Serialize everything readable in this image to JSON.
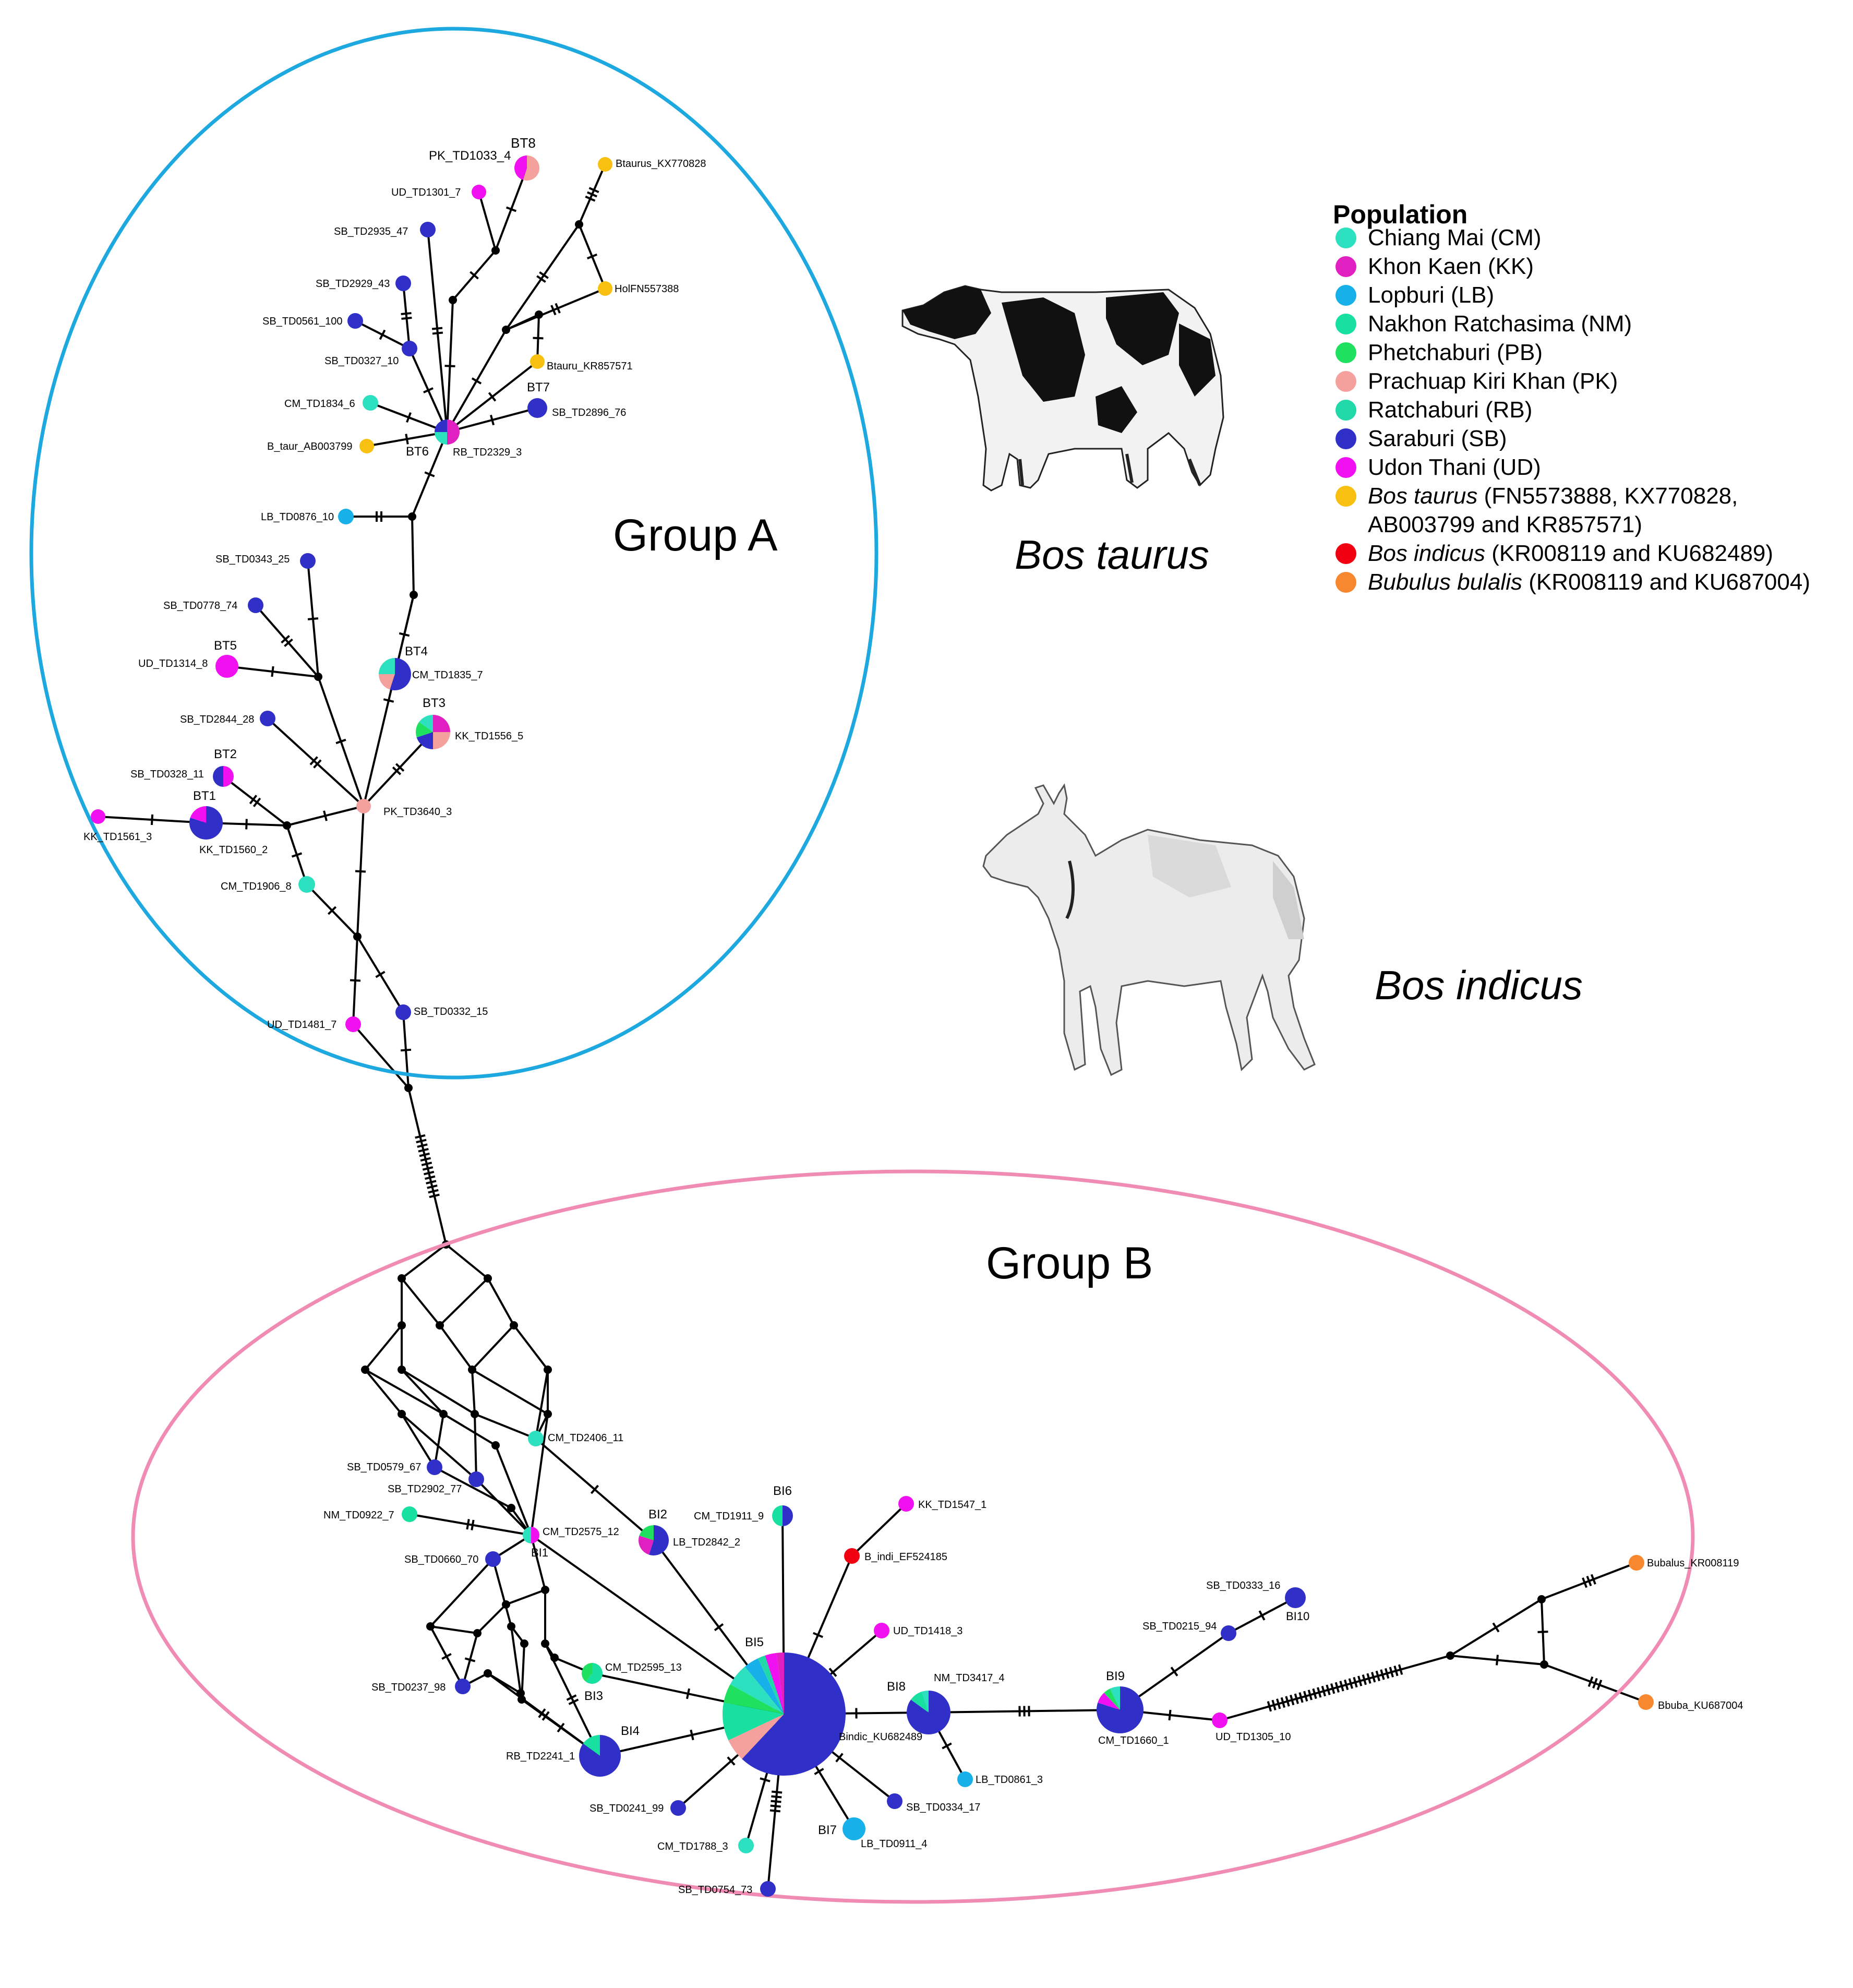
{
  "groups": {
    "a": {
      "title": "Group A",
      "color": "#1ea8e0"
    },
    "b": {
      "title": "Group B",
      "color": "#f08cb4"
    }
  },
  "species": {
    "taurus": {
      "caption": "Bos taurus",
      "image": "Holstein cow illustration"
    },
    "indicus": {
      "caption": "Bos indicus",
      "image": "zebu cow illustration"
    }
  },
  "legend": {
    "title": "Population",
    "items": [
      {
        "color": "#2de0c0",
        "text": "Chiang Mai (CM)"
      },
      {
        "color": "#e020c0",
        "text": "Khon Kaen (KK)"
      },
      {
        "color": "#18b0e8",
        "text": "Lopburi (LB)"
      },
      {
        "color": "#18e0a0",
        "text": "Nakhon Ratchasima (NM)"
      },
      {
        "color": "#20e060",
        "text": "Phetchaburi (PB)"
      },
      {
        "color": "#f4a09c",
        "text": "Prachuap Kiri Khan (PK)"
      },
      {
        "color": "#20d8a8",
        "text": "Ratchaburi (RB)"
      },
      {
        "color": "#3030c8",
        "text": "Saraburi (SB)"
      },
      {
        "color": "#f010f0",
        "text": "Udon Thani (UD)"
      },
      {
        "color": "#f8c010",
        "italic": "Bos taurus",
        "text": " (FN5573888, KX770828,",
        "text2": "AB003799 and KR857571)"
      },
      {
        "color": "#f00010",
        "italic": "Bos indicus",
        "text": " (KR008119 and KU682489)"
      },
      {
        "color": "#f88830",
        "italic": "Bubulus bulalis",
        "text": " (KR008119 and KU687004)"
      }
    ]
  },
  "haplotypes": {
    "BT1": "BT1",
    "BT2": "BT2",
    "BT3": "BT3",
    "BT4": "BT4",
    "BT5": "BT5",
    "BT6": "BT6",
    "BT7": "BT7",
    "BT8": "BT8",
    "BI1": "BI1",
    "BI2": "BI2",
    "BI3": "BI3",
    "BI4": "BI4",
    "BI5": "BI5",
    "BI6": "BI6",
    "BI7": "BI7",
    "BI8": "BI8",
    "BI9": "BI9",
    "BI10": "BI10"
  },
  "samples": {
    "pk1033": "PK_TD1033_4",
    "btaurus_kx": "Btaurus_KX770828",
    "ud1301": "UD_TD1301_7",
    "sb2935": "SB_TD2935_47",
    "sb2929": "SB_TD2929_43",
    "sb0561": "SB_TD0561_100",
    "holfn": "HolFN557388",
    "sb0327": "SB_TD0327_10",
    "btauru_kr": "Btauru_KR857571",
    "cm1834": "CM_TD1834_6",
    "sb2896": "SB_TD2896_76",
    "btaur_ab": "B_taur_AB003799",
    "rb2329": "RB_TD2329_3",
    "lb0876": "LB_TD0876_10",
    "sb0343": "SB_TD0343_25",
    "sb0778": "SB_TD0778_74",
    "ud1314": "UD_TD1314_8",
    "cm1835": "CM_TD1835_7",
    "sb2844": "SB_TD2844_28",
    "kk1556": "KK_TD1556_5",
    "sb0328": "SB_TD0328_11",
    "pk3640": "PK_TD3640_3",
    "kk1561": "KK_TD1561_3",
    "kk1560": "KK_TD1560_2",
    "cm1906": "CM_TD1906_8",
    "ud1481": "UD_TD1481_7",
    "sb0332": "SB_TD0332_15",
    "cm2406": "CM_TD2406_11",
    "sb0579": "SB_TD0579_67",
    "sb2902": "SB_TD2902_77",
    "nm0922": "NM_TD0922_7",
    "cm2575": "CM_TD2575_12",
    "sb0660": "SB_TD0660_70",
    "lb2842": "LB_TD2842_2",
    "cm1911": "CM_TD1911_9",
    "kk1547": "KK_TD1547_1",
    "bindi_ef": "B_indi_EF524185",
    "ud1418": "UD_TD1418_3",
    "cm2595": "CM_TD2595_13",
    "sb0237": "SB_TD0237_98",
    "nm3417": "NM_TD3417_4",
    "bindic_ku": "Bindic_KU682489",
    "rb2241": "RB_TD2241_1",
    "sb0241": "SB_TD0241_99",
    "lb0861": "LB_TD0861_3",
    "sb0334": "SB_TD0334_17",
    "cm1788": "CM_TD1788_3",
    "lb0911": "LB_TD0911_4",
    "sb0754": "SB_TD0754_73",
    "sb0333": "SB_TD0333_16",
    "sb0215": "SB_TD0215_94",
    "cm1660": "CM_TD1660_1",
    "ud1305": "UD_TD1305_10",
    "bubalus_kr": "Bubalus_KR008119",
    "bbuba_ku": "Bbuba_KU687004"
  }
}
